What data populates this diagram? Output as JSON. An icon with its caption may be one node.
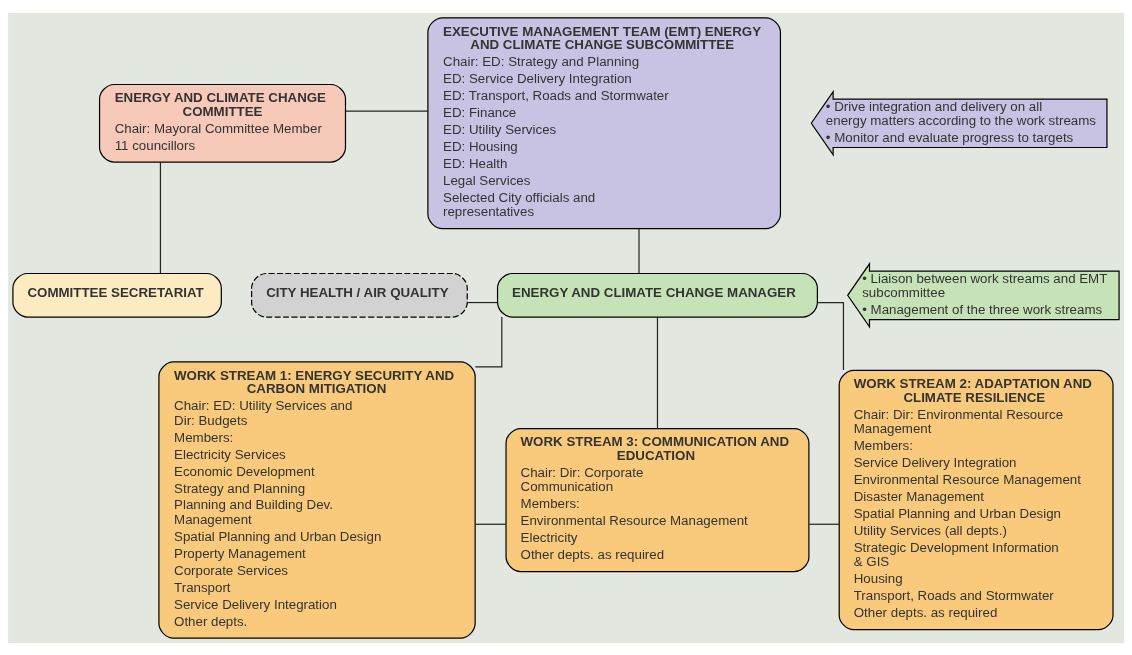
{
  "diagram": {
    "nodes": [
      {
        "text": [
          "EXECUTIVE MANAGEMENT TEAM (EMT) ENERGY AND CLIMATE CHANGE SUBCOMMITTEE",
          "Chair: ED: Strategy and Planning",
          "ED: Service Delivery Integration",
          "ED: Transport, Roads and Stormwater",
          "ED: Finance",
          "ED: Utility Services",
          "ED: Housing",
          "ED: Health",
          "Legal Services",
          "Selected City officials and representatives"
        ]
      },
      {
        "text": [
          "ENERGY AND CLIMATE CHANGE COMMITTEE",
          "Chair: Mayoral Committee Member",
          "11 councillors"
        ]
      },
      {
        "text": [
          "COMMITTEE SECRETARIAT"
        ]
      },
      {
        "text": [
          "• Drive integration and delivery on all energy matters according to the work streams",
          "• Monitor and evaluate progress to targets"
        ]
      },
      {
        "text": [
          "CITY HEALTH / AIR QUALITY"
        ]
      },
      {
        "text": [
          "ENERGY AND CLIMATE CHANGE MANAGER"
        ]
      },
      {
        "text": [
          "• Liaison between work streams and EMT subcommittee",
          "• Management of the three work streams"
        ]
      },
      {
        "text": [
          "WORK STREAM 1: ENERGY SECURITY AND CARBON MITIGATION",
          "Chair: ED: Utility Services and Dir: Budgets",
          "Members:",
          "Electricity Services",
          "Economic Development",
          "Strategy and Planning",
          "Planning and Building Dev. Management",
          "Spatial Planning and Urban Design",
          "Property Management",
          "Corporate Services",
          "Transport",
          "Service Delivery Integration",
          "Other depts."
        ]
      },
      {
        "text": [
          "WORK STREAM 2: ADAPTATION AND CLIMATE RESILIENCE",
          "Chair: Dir: Environmental Resource Management",
          "Members:",
          "Service Delivery Integration",
          "Environmental Resource Management",
          "Disaster Management",
          "Spatial Planning and Urban Design",
          "Utility Services (all depts.)",
          "Strategic Development Information & GIS",
          "Housing",
          "Transport, Roads and Stormwater",
          "Other depts. as required"
        ]
      },
      {
        "text": [
          "WORK STREAM 3: COMMUNICATION AND EDUCATION",
          "Chair: Dir: Corporate Communication",
          "Members:",
          "Environmental Resource Management",
          "Electricity",
          "Other depts. as required"
        ]
      }
    ],
    "edges": [
      {
        "from": 0,
        "to": 1,
        "arrow": "none"
      },
      {
        "from": 1,
        "to": 2,
        "arrow": "none"
      },
      {
        "from": 0,
        "to": 5,
        "arrow": "none"
      },
      {
        "from": 4,
        "to": 5,
        "arrow": "none"
      },
      {
        "from": 5,
        "to": 7,
        "arrow": "none"
      },
      {
        "from": 5,
        "to": 9,
        "arrow": "none"
      },
      {
        "from": 5,
        "to": 8,
        "arrow": "none"
      },
      {
        "from": 7,
        "to": 9,
        "arrow": "none"
      },
      {
        "from": 9,
        "to": 8,
        "arrow": "none"
      }
    ]
  }
}
